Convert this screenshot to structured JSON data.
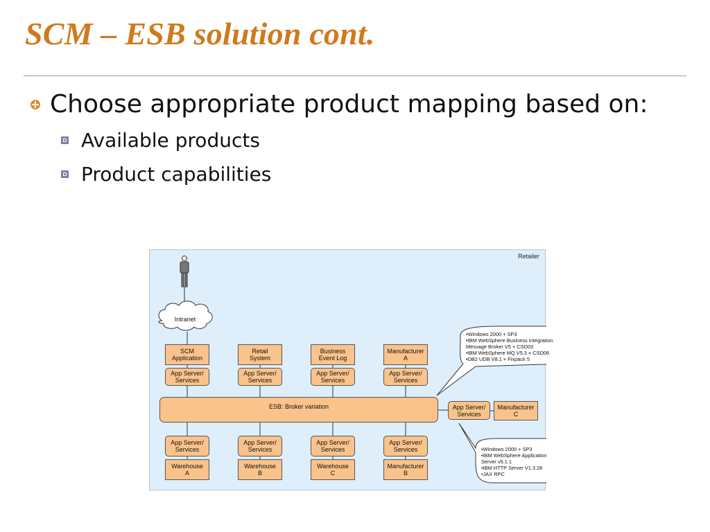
{
  "slide": {
    "title": "SCM – ESB solution cont.",
    "bullet": "Choose appropriate product mapping based on:",
    "subbullets": [
      "Available products",
      "Product capabilities"
    ]
  },
  "diagram": {
    "retailer": "Retailer",
    "intranet": "Intranet",
    "esb": "ESB: Broker variation",
    "top_boxes": [
      "SCM\nApplication",
      "Retail\nSystem",
      "Business\nEvent Log",
      "Manufacturer\nA"
    ],
    "app_server": "App Server/\nServices",
    "bottom_boxes": [
      "Warehouse\nA",
      "Warehouse\nB",
      "Warehouse\nC",
      "Manufacturer\nB"
    ],
    "manufacturer_c": "Manufacturer\nC",
    "note_top": "•Windows 2000 + SP3\n•IBM WebSphere Business Integration\nMessage Broker V5 + CSD03\n•IBM WebSphere MQ V5.3 + CSD06\n•DB2 UDB V8.1 + Fixpack 5",
    "note_bottom": "•Windows 2000 + SP3\n•IBM WebSphere Application\nServer v5.1.1\n•IBM HTTP Server V1.3.28\n•JAX RPC"
  },
  "colors": {
    "title": "#cf7a1d",
    "box_fill": "#f9c38b",
    "diagram_bg": "#deeefb"
  }
}
